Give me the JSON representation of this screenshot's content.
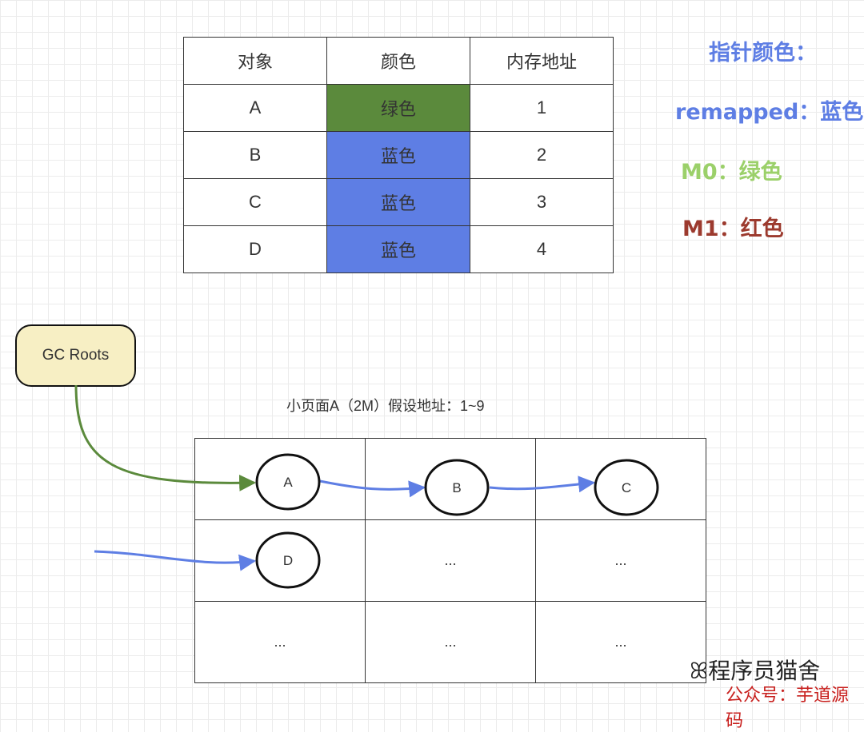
{
  "table": {
    "headers": [
      "对象",
      "颜色",
      "内存地址"
    ],
    "rows": [
      {
        "object": "A",
        "color": "绿色",
        "address": "1"
      },
      {
        "object": "B",
        "color": "蓝色",
        "address": "2"
      },
      {
        "object": "C",
        "color": "蓝色",
        "address": "3"
      },
      {
        "object": "D",
        "color": "蓝色",
        "address": "4"
      }
    ]
  },
  "legend": {
    "title": "指针颜色：",
    "remapped": "remapped：蓝色",
    "m0": "M0：绿色",
    "m1": "M1：红色"
  },
  "colors": {
    "green": "#5b8a3c",
    "blue": "#5e7ee4",
    "legend_title": "#5e7ee4",
    "legend_remapped": "#5e7ee4",
    "legend_m0": "#9bd06a",
    "legend_m1": "#9c3a2e",
    "gc_roots_fill": "#f7efc4",
    "arrow_green": "#5b8a3c",
    "arrow_blue": "#5e7ee4"
  },
  "gc_roots": "GC Roots",
  "page_caption": "小页面A（2M）假设地址：1~9",
  "nodes": {
    "a": "A",
    "b": "B",
    "c": "C",
    "d": "D"
  },
  "ellipsis": "...",
  "watermark": {
    "main": "程序员猫舍",
    "sub": "公众号：芋道源码"
  }
}
